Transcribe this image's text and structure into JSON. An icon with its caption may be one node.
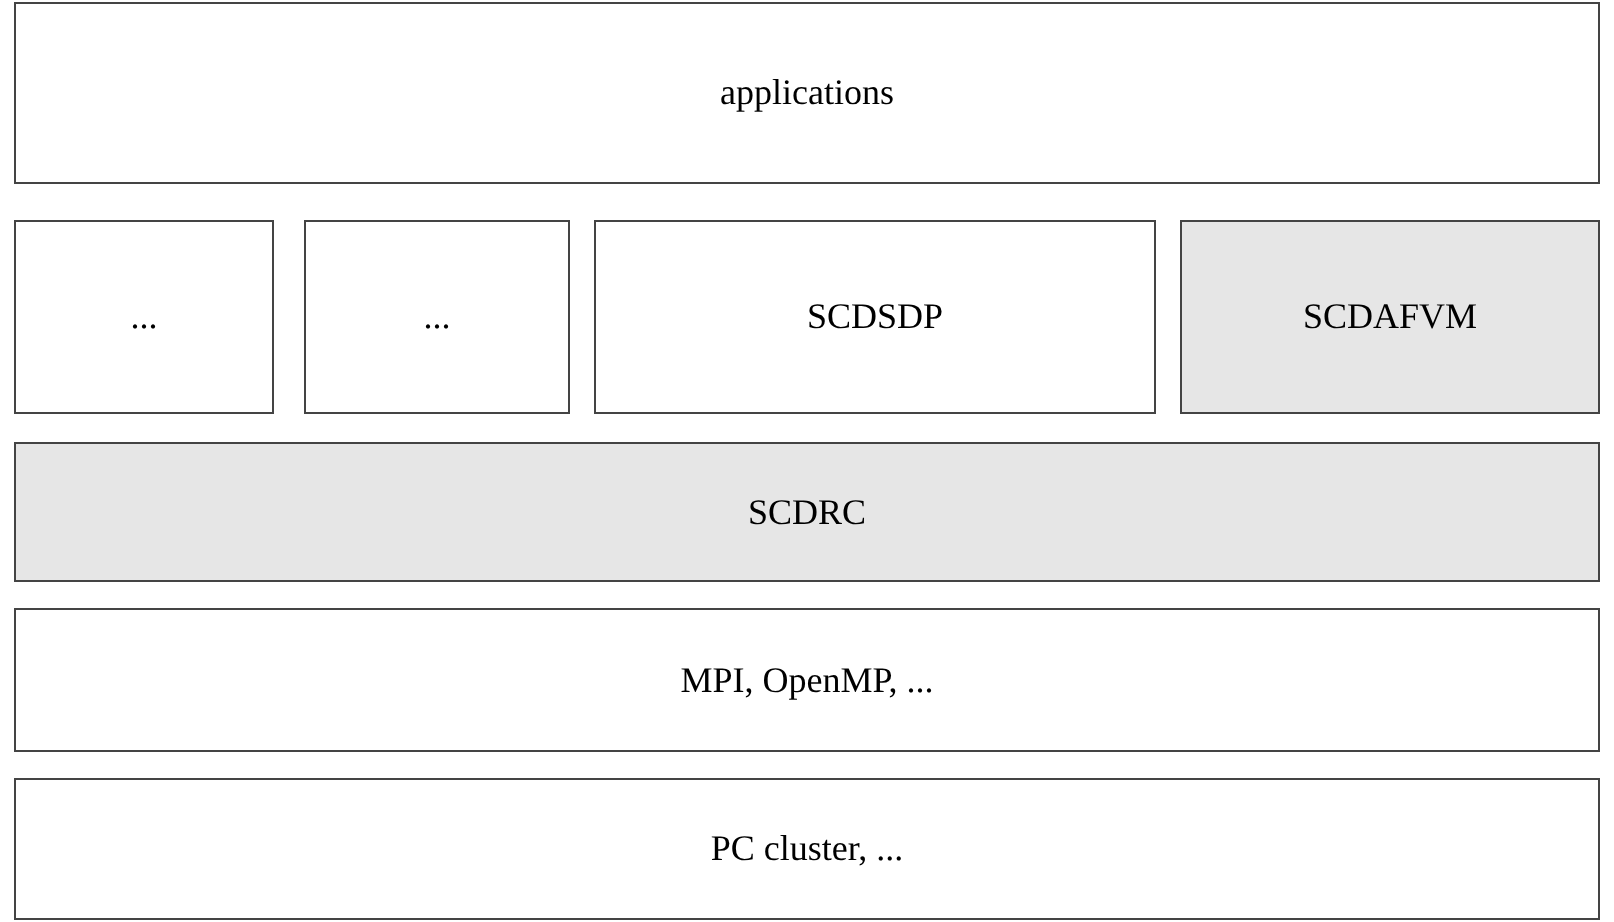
{
  "diagram": {
    "nodes": [
      {
        "text": [
          "applications"
        ]
      },
      {
        "text": [
          "..."
        ]
      },
      {
        "text": [
          "..."
        ]
      },
      {
        "text": [
          "SCDSDP"
        ]
      },
      {
        "text": [
          "SCDAFVM"
        ]
      },
      {
        "text": [
          "SCDRC"
        ]
      },
      {
        "text": [
          "MPI, OpenMP, ..."
        ]
      },
      {
        "text": [
          "PC cluster, ..."
        ]
      }
    ]
  }
}
